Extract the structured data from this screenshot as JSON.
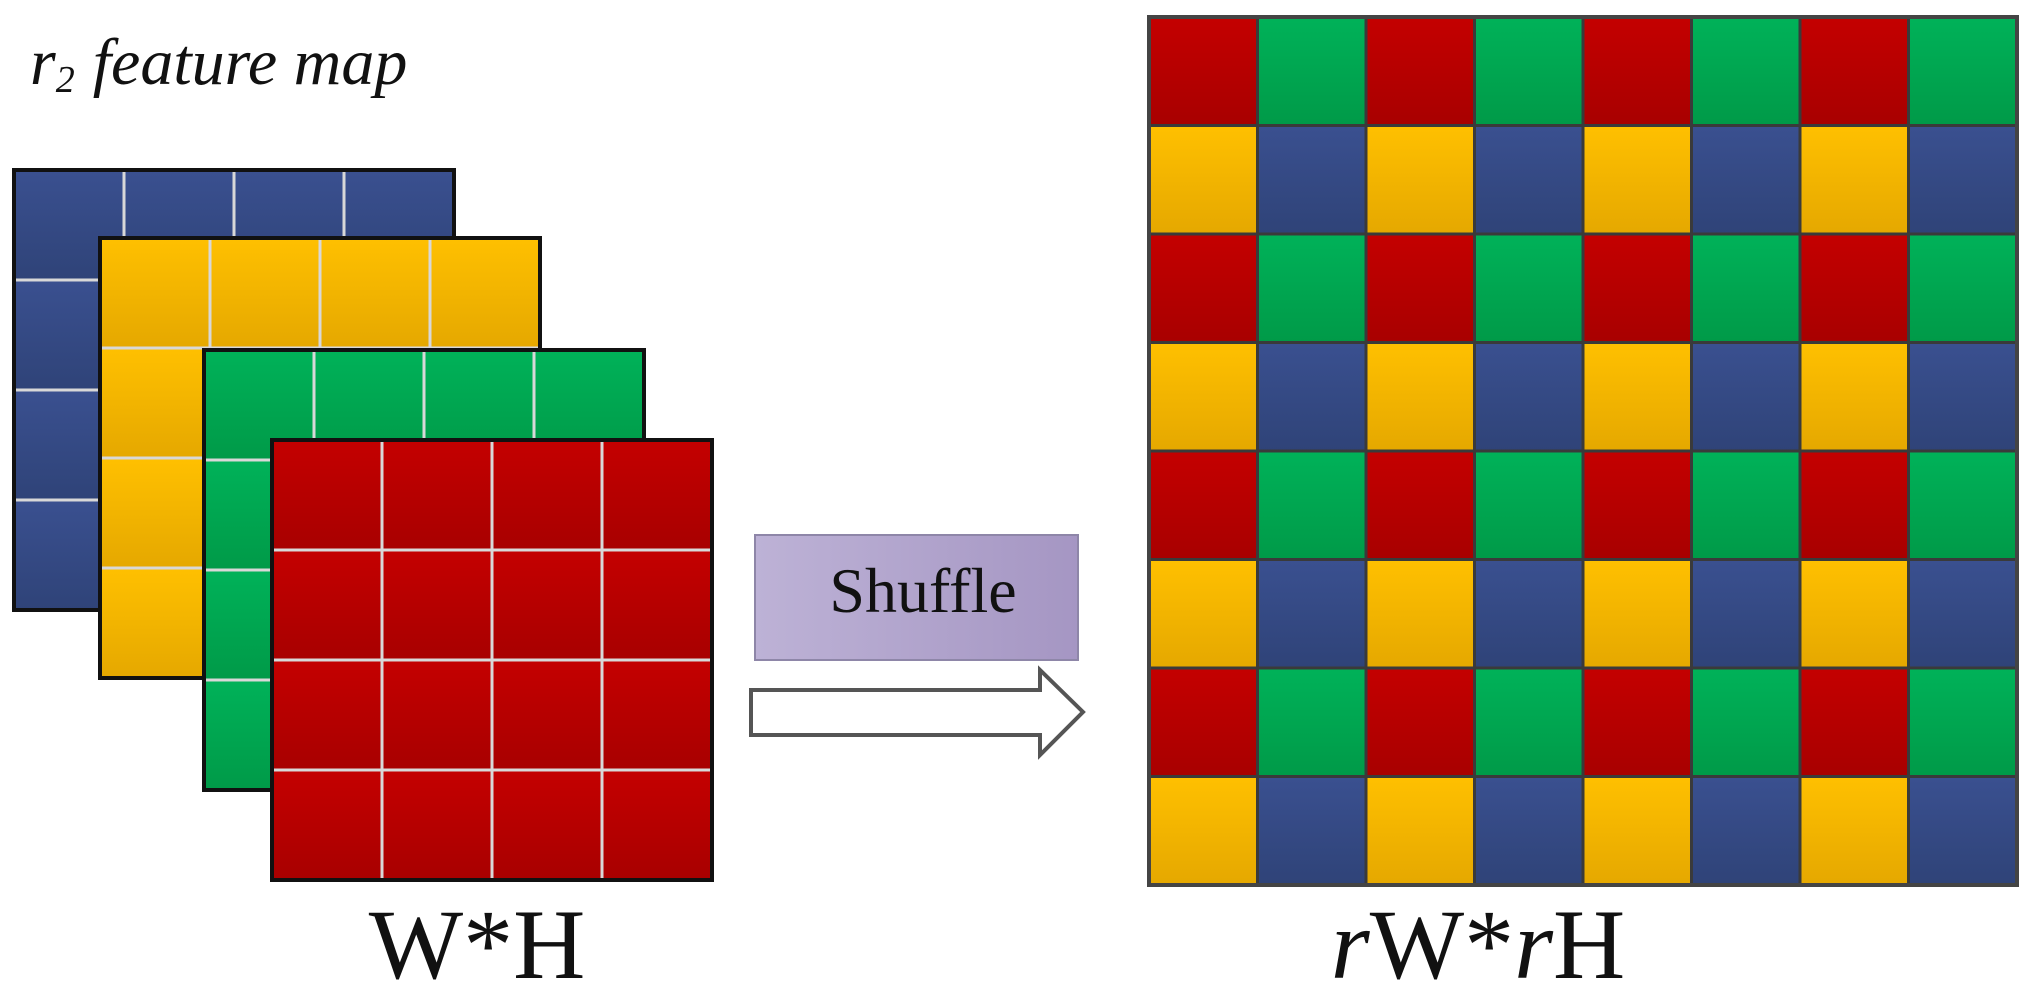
{
  "title": {
    "symbol": "r",
    "subscript": "2",
    "text": "feature map"
  },
  "input_label": "W*H",
  "output_label": {
    "prefix_italic": "r",
    "w_part": "W*",
    "mid_italic": "r",
    "h_part": "H"
  },
  "shuffle_label": "Shuffle",
  "input_grid": {
    "rows": 4,
    "cols": 4,
    "channels": [
      "blue",
      "yellow",
      "green",
      "red"
    ]
  },
  "output_grid": {
    "rows": 8,
    "cols": 8,
    "pattern": [
      [
        "red",
        "green"
      ],
      [
        "yellow",
        "blue"
      ]
    ]
  },
  "colors": {
    "red": "#b80000",
    "green": "#00a651",
    "yellow": "#f5b800",
    "blue": "#354a85",
    "grid_line": "#3a3a3a",
    "shuffle_box": "#b3a6cc",
    "arrow_fill": "#ffffff",
    "arrow_stroke": "#555555"
  }
}
